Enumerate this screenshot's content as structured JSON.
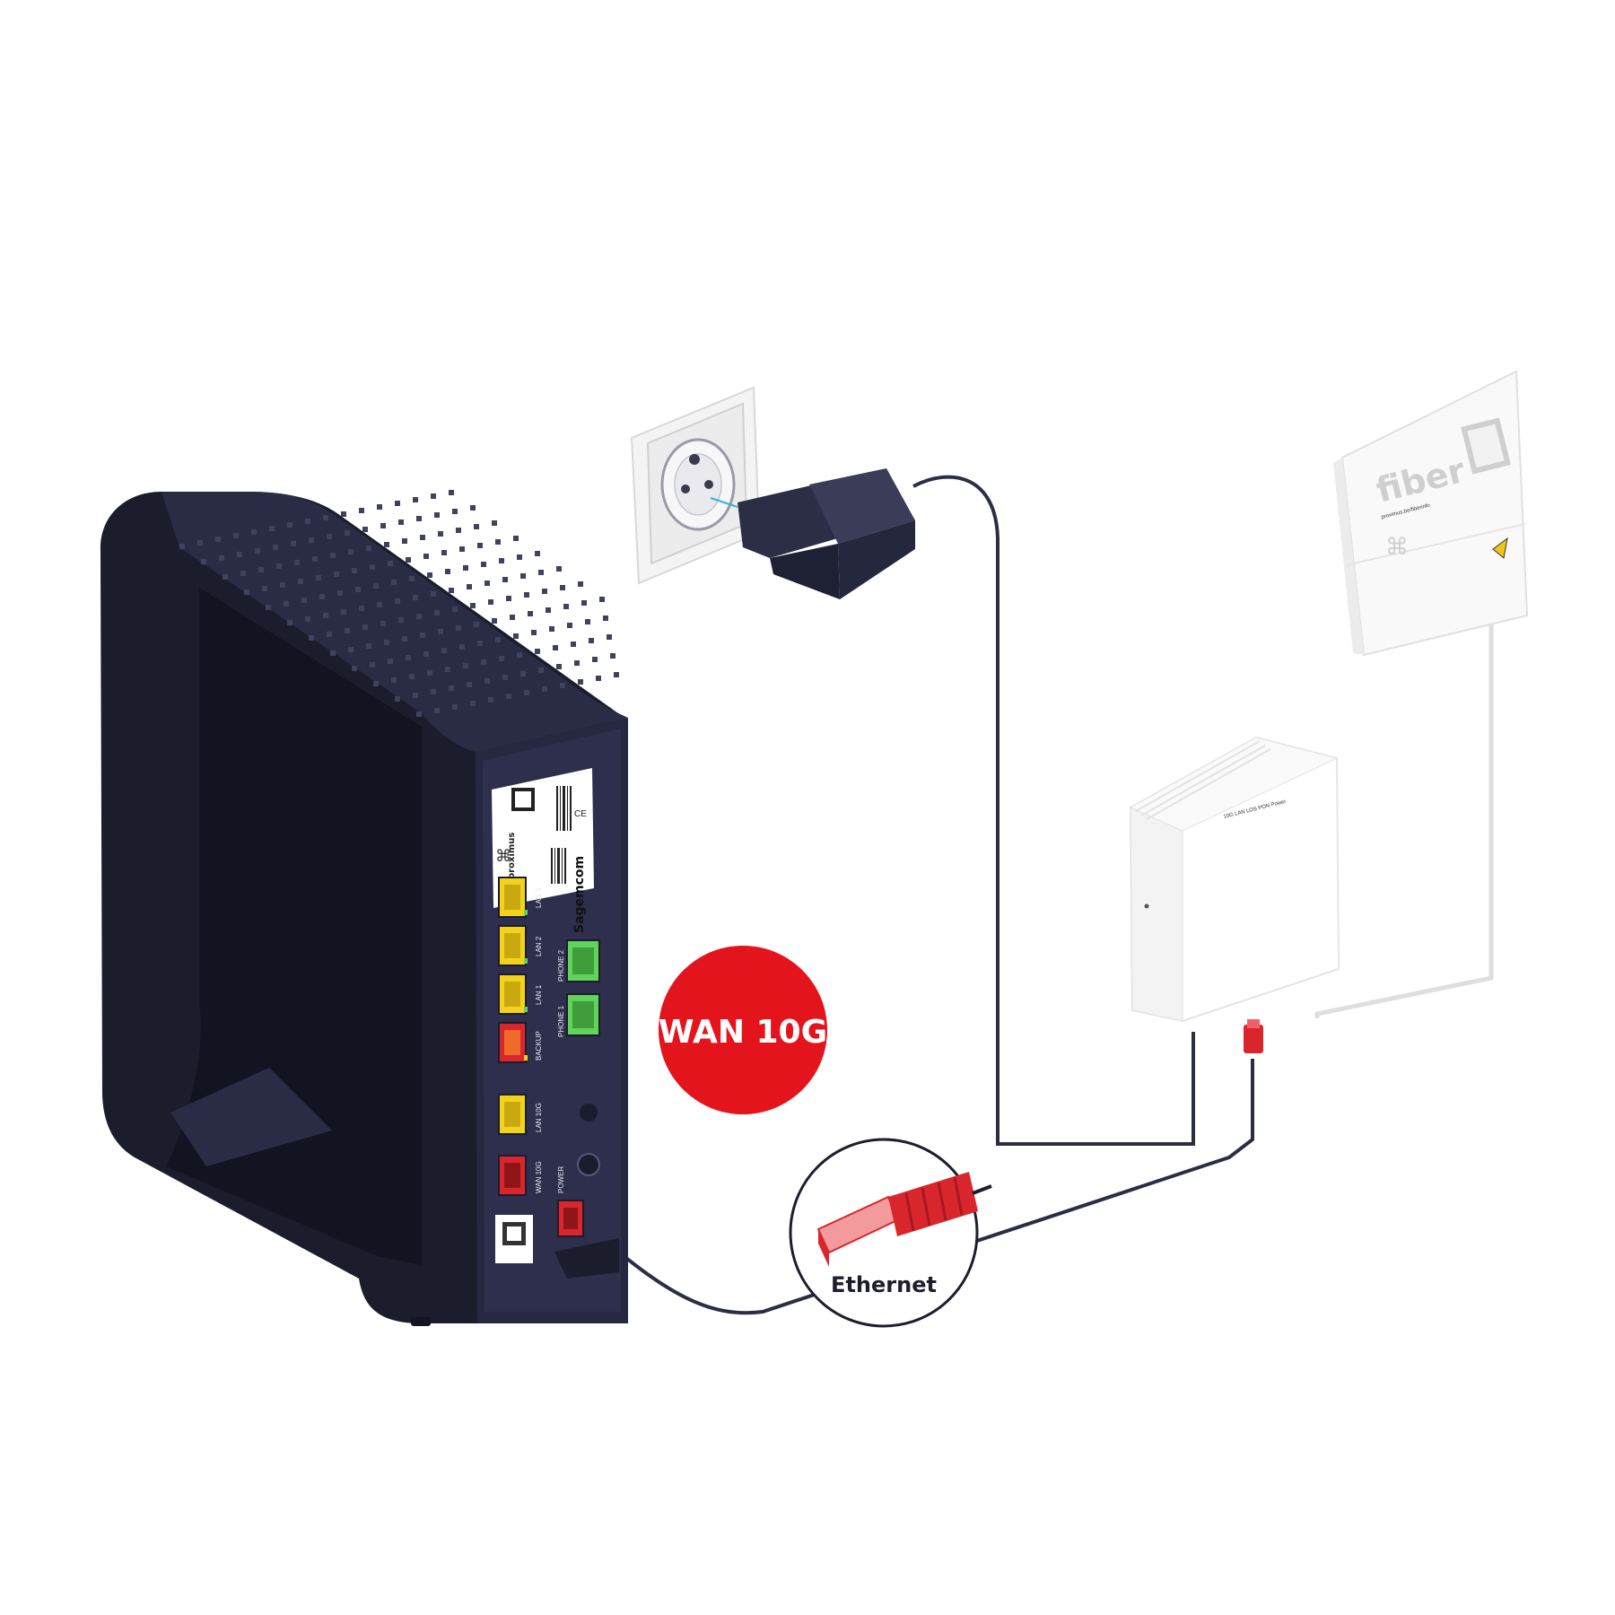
{
  "router": {
    "brand": "proximus",
    "maker": "Sagemcom",
    "ports": {
      "lan3": "LAN 3",
      "lan2": "LAN 2",
      "lan1": "LAN 1",
      "backup": "BACKUP",
      "lan10g": "LAN 10G",
      "wan10g": "WAN 10G",
      "phone2": "PHONE 2",
      "phone1": "PHONE 1",
      "power": "POWER"
    },
    "colors": {
      "body": "#22243a",
      "lan": "#f2d21b",
      "phone": "#5fd35a",
      "wan": "#d9262c"
    }
  },
  "ont": {
    "labels": "10G LAN  LOS   PON   Power"
  },
  "fiber_box": {
    "title": "fiber",
    "url": "proximus.be/fiberinfo"
  },
  "badge": {
    "text": "WAN 10G",
    "color": "#e3141c"
  },
  "callout": {
    "text": "Ethernet"
  }
}
